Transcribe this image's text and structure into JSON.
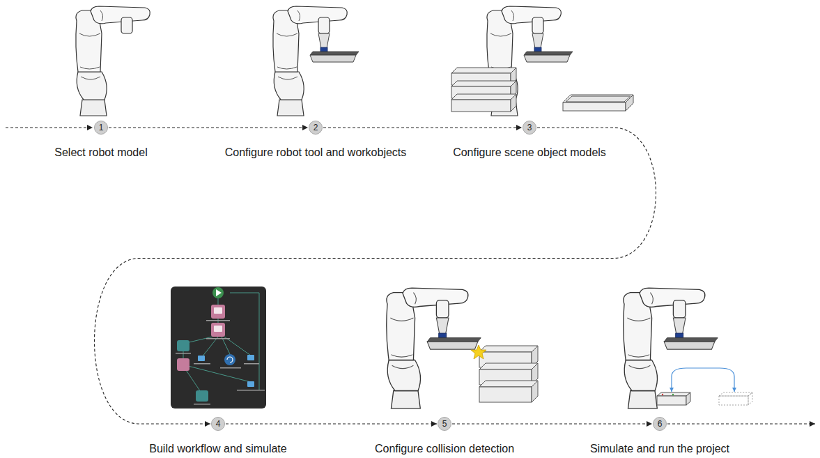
{
  "diagram": {
    "nodes": [
      {
        "text": [
          "1",
          "Select robot model"
        ]
      },
      {
        "text": [
          "2",
          "Configure robot tool and workobjects"
        ]
      },
      {
        "text": [
          "3",
          "Configure scene object models"
        ]
      },
      {
        "text": [
          "4",
          "Build workflow and simulate"
        ]
      },
      {
        "text": [
          "5",
          "Configure collision detection"
        ]
      },
      {
        "text": [
          "6",
          "Simulate and run the project"
        ]
      }
    ],
    "edges": [
      {
        "from": 0,
        "to": 1,
        "arrow": "to"
      },
      {
        "from": 1,
        "to": 2,
        "arrow": "to"
      },
      {
        "from": 2,
        "to": 3,
        "arrow": "to"
      },
      {
        "from": 3,
        "to": 4,
        "arrow": "to"
      },
      {
        "from": 4,
        "to": 5,
        "arrow": "to"
      }
    ]
  }
}
